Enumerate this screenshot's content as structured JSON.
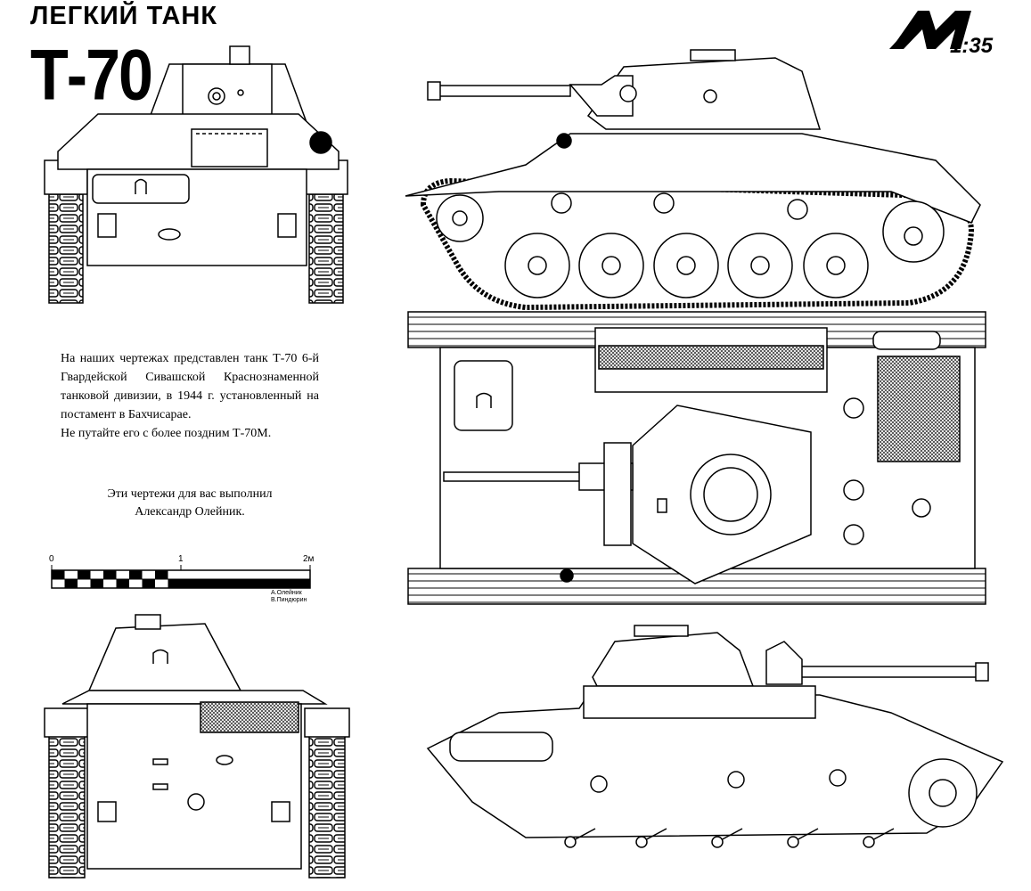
{
  "header": {
    "subtitle": "ЛЕГКИЙ ТАНК",
    "title": "Т-70",
    "publisher_logo": "M",
    "scale_ratio": "1:35"
  },
  "description": {
    "paragraph1": "На наших чертежах представлен танк Т-70 6-й Гвардейской Сивашской Краснознаменной танковой дивизии, в 1944 г. установленный на постамент в Бахчисарае.",
    "paragraph2": "Не путайте его с более поздним Т-70М.",
    "credit_line1": "Эти чертежи для вас выполнил",
    "credit_line2": "Александр Олейник."
  },
  "scale_bar": {
    "ticks": [
      "0",
      "1",
      "2м"
    ],
    "authors": [
      "А.Олейник",
      "В.Пиндюрин"
    ]
  },
  "views": [
    "front-view",
    "left-side-view",
    "top-view",
    "rear-view",
    "right-side-view"
  ]
}
